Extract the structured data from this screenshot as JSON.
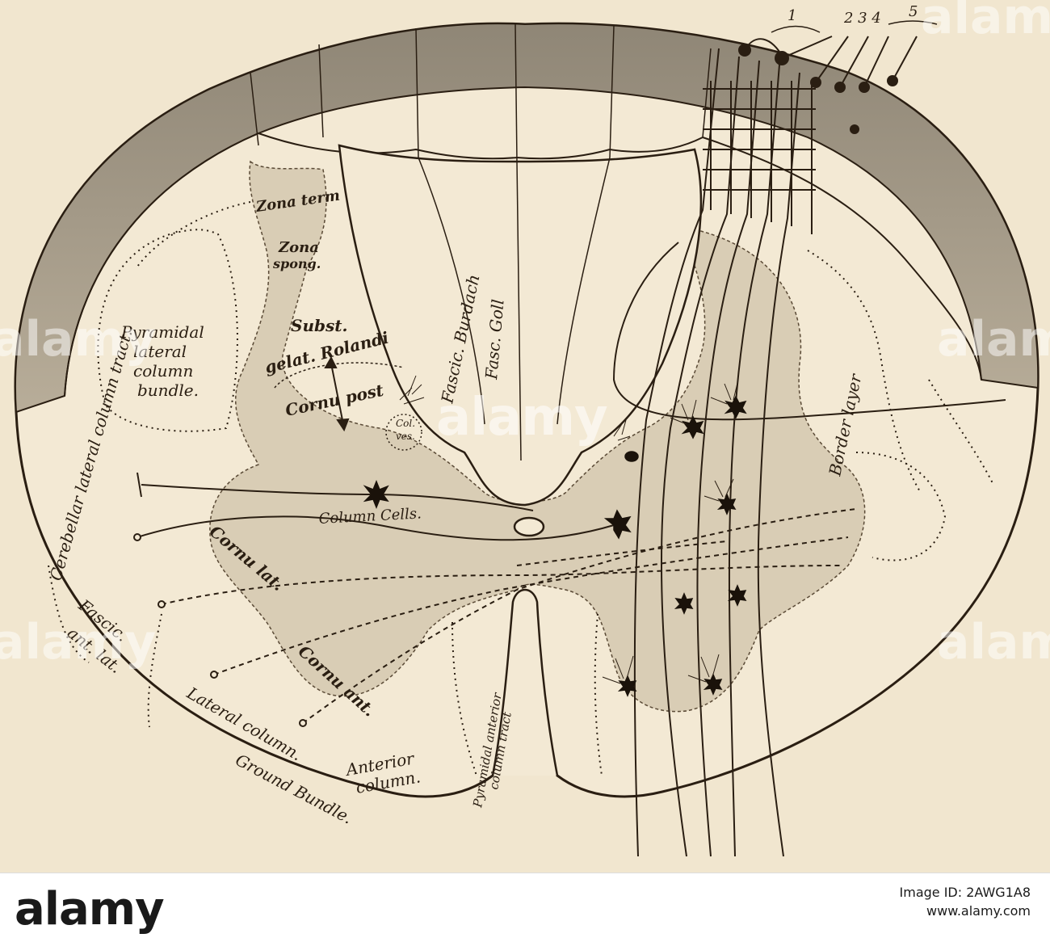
{
  "labels": {
    "zona_term": "Zona term",
    "zona_spong_1": "Zona",
    "zona_spong_2": "spong.",
    "subst": "Subst.",
    "gelat_rolandi": "gelat. Rolandi",
    "cornu_post": "Cornu post",
    "col_ves_1": "Col.",
    "col_ves_2": "ves.",
    "fascic_burdach": "Fascic. Burdach",
    "fasc_goll": "Fasc. Goll",
    "pyramidal_1": "Pyramidal",
    "pyramidal_2": "lateral",
    "pyramidal_3": "column",
    "pyramidal_4": "bundle.",
    "cerebellar": "Cerebellar lateral column tract.",
    "column_cells": "Column Cells.",
    "cornu_lat": "Cornu lat.",
    "cornu_ant": "Cornu ant.",
    "fascic_ant_lat_1": "Fascic.",
    "fascic_ant_lat_2": "ant. lat.",
    "lateral_column": "Lateral column.",
    "ground_bundle": "Ground Bundle.",
    "anterior_column_1": "Anterior",
    "anterior_column_2": "column.",
    "pyramidal_anterior_1": "Pyramidal anterior",
    "pyramidal_anterior_2": "column tract",
    "border_layer": "Border layer",
    "num_1": "1",
    "num_234": "2 3 4",
    "num_5": "5"
  },
  "watermark": {
    "text": "alamy"
  },
  "footer": {
    "logo": "alamy",
    "image_id": "Image ID: 2AWG1A8",
    "url": "www.alamy.com"
  },
  "colors": {
    "paper": "#f1e6cf",
    "grey_matter": "#d6cbb4",
    "white_band": "#9a9080",
    "ink": "#2a1e12"
  }
}
